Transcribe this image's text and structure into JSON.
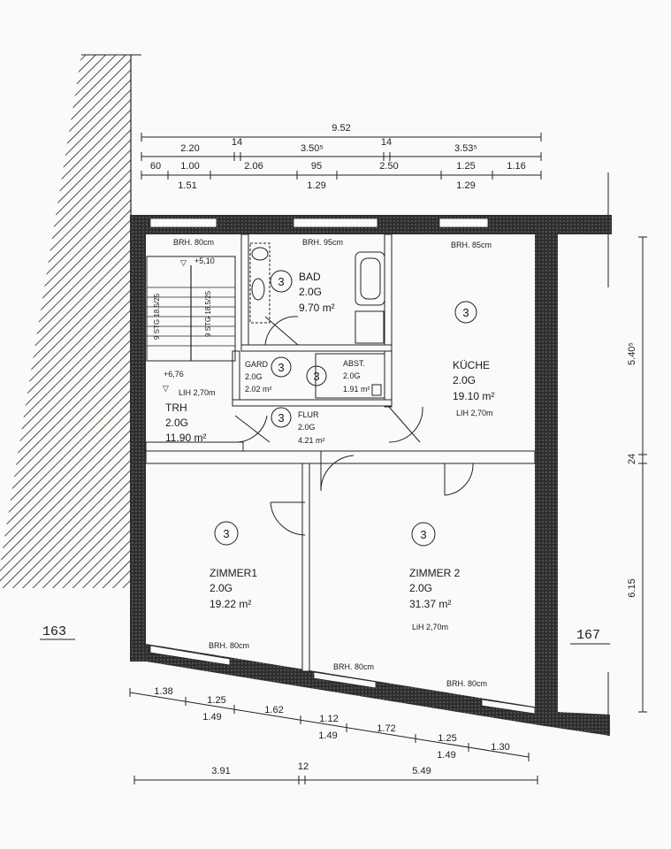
{
  "dimensions": {
    "top_total": "9.52",
    "top_row2": [
      "2.20",
      "14",
      "3.50⁵",
      "14",
      "3.53⁵"
    ],
    "top_row3_upper": [
      "60",
      "1.00",
      "2.06",
      "95",
      "2.50",
      "1.25",
      "1.16"
    ],
    "top_row3_lower": [
      "1.51",
      "1.29",
      "1.29"
    ],
    "right": [
      "5.40⁵",
      "24",
      "6.15"
    ],
    "bottom_row1_upper": [
      "1.38",
      "1.25",
      "1.62",
      "1.12",
      "1.72",
      "1.25",
      "1.30"
    ],
    "bottom_row1_lower": [
      "1.49",
      "1.49",
      "1.49"
    ],
    "bottom_row2": [
      "3.91",
      "12",
      "5.49"
    ]
  },
  "lots": {
    "left": "163",
    "right": "167"
  },
  "rooms": {
    "bad": {
      "name": "BAD",
      "floor": "2.0G",
      "area": "9.70 m²",
      "number": "3"
    },
    "kueche": {
      "name": "KÜCHE",
      "floor": "2.0G",
      "area": "19.10 m²",
      "height": "LIH 2,70m",
      "number": "3"
    },
    "gard": {
      "name": "GARD",
      "floor": "2.0G",
      "area": "2.02 m²",
      "number": "3"
    },
    "abst": {
      "name": "ABST.",
      "floor": "2.0G",
      "area": "1.91 m²",
      "number": "3"
    },
    "flur": {
      "name": "FLUR",
      "floor": "2.0G",
      "area": "4.21 m²",
      "number": "3"
    },
    "trh": {
      "name": "TRH",
      "floor": "2.0G",
      "area": "11.90 m²",
      "level": "+6,76",
      "height": "LIH 2,70m",
      "level_top": "+5,10"
    },
    "zimmer1": {
      "name": "ZIMMER1",
      "floor": "2.0G",
      "area": "19.22 m²",
      "number": "3"
    },
    "zimmer2": {
      "name": "ZIMMER 2",
      "floor": "2.0G",
      "area": "31.37 m²",
      "height": "LiH 2,70m",
      "number": "3"
    }
  },
  "parapets": {
    "trh": "BRH. 80cm",
    "bad": "BRH. 95cm",
    "kueche": "BRH. 85cm",
    "zimmer1": "BRH. 80cm",
    "zimmer2_left": "BRH. 80cm",
    "zimmer2_right": "BRH. 80cm"
  },
  "stairs": {
    "label_a": "9 STG 18.5/25",
    "label_b": "9 STG 18.5/25"
  }
}
